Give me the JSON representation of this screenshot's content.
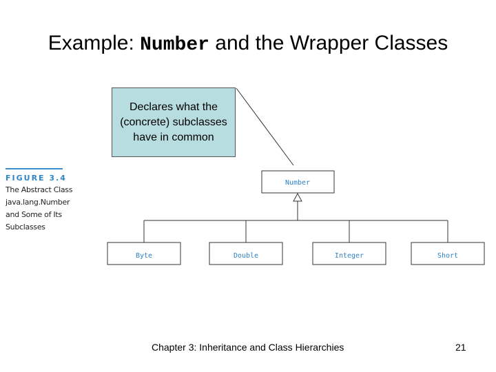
{
  "title": {
    "prefix": "Example: ",
    "code": "Number",
    "suffix": " and the Wrapper Classes"
  },
  "callout": {
    "text": "Declares what the (concrete) subclasses have in common"
  },
  "figure": {
    "label": "FIGURE 3.4",
    "description_lines": [
      "The Abstract Class",
      "java.lang.Number",
      "and Some of Its",
      "Subclasses"
    ]
  },
  "diagram": {
    "parent": "Number",
    "children": [
      "Byte",
      "Double",
      "Integer",
      "Short"
    ]
  },
  "footer": {
    "chapter": "Chapter 3: Inheritance and Class Hierarchies",
    "page": "21"
  },
  "colors": {
    "callout_fill": "#b8dde0",
    "class_text": "#2e7fc4",
    "figure_accent": "#3a8fd0"
  }
}
